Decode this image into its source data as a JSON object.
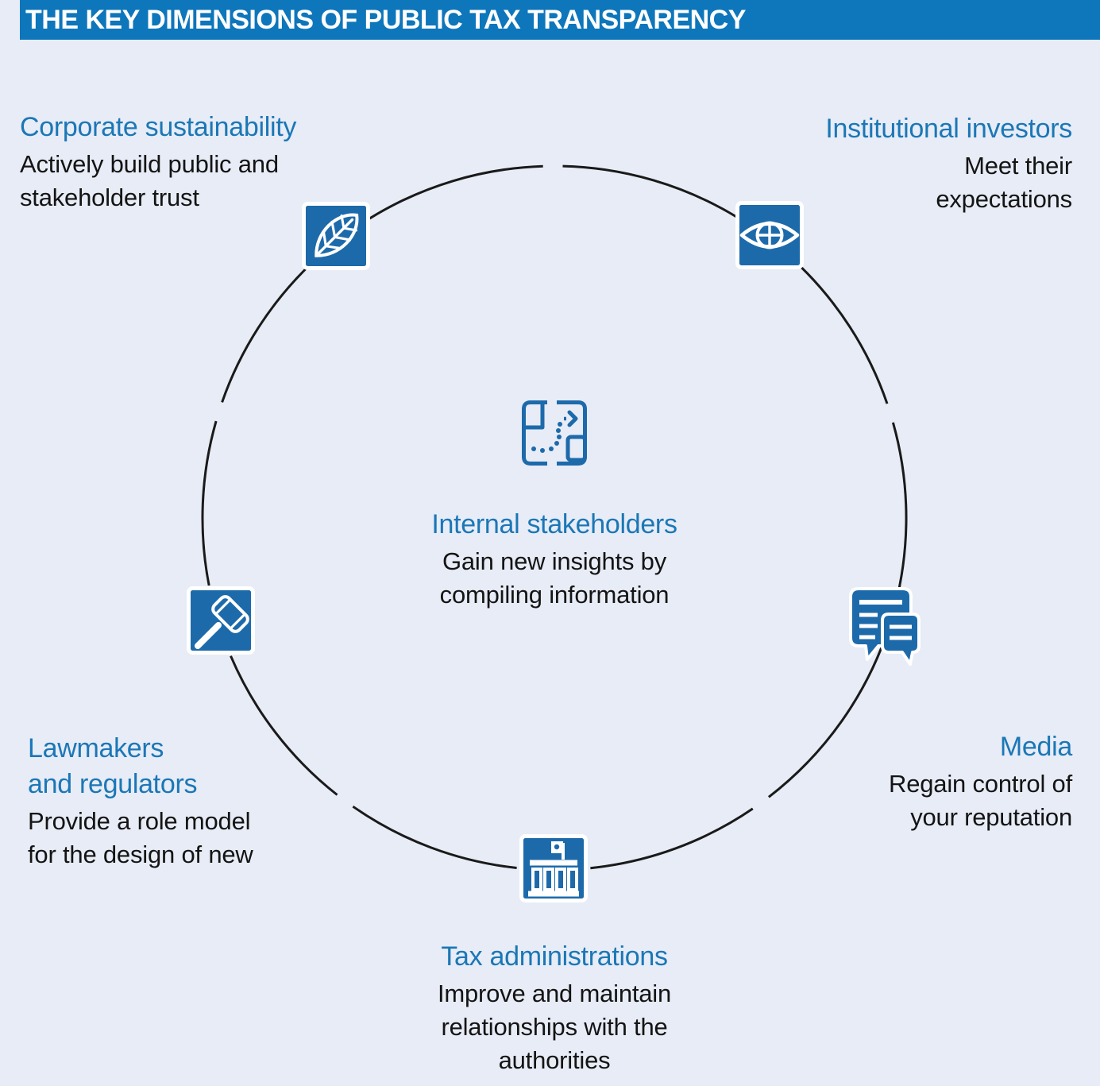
{
  "header": {
    "title": "THE KEY DIMENSIONS OF PUBLIC TAX TRANSPARENCY"
  },
  "colors": {
    "header_bg": "#0e76bb",
    "icon_blue": "#1d6aab",
    "heading_blue": "#1b77b6",
    "body_text": "#141414",
    "background": "#e7ecf6",
    "circle_stroke": "#1a1a1a"
  },
  "nodes": {
    "corporate_sustainability": {
      "heading_lines": [
        "Corporate sustainability"
      ],
      "description_lines": [
        "Actively build public and",
        "stakeholder trust"
      ],
      "icon": "leaf-icon"
    },
    "institutional_investors": {
      "heading_lines": [
        "Institutional investors"
      ],
      "description_lines": [
        "Meet their",
        "expectations"
      ],
      "icon": "eye-icon"
    },
    "internal_stakeholders": {
      "heading_lines": [
        "Internal stakeholders"
      ],
      "description_lines": [
        "Gain new insights by",
        "compiling information"
      ],
      "icon": "map-route-icon"
    },
    "media": {
      "heading_lines": [
        "Media"
      ],
      "description_lines": [
        "Regain control of",
        "your reputation"
      ],
      "icon": "news-bubbles-icon"
    },
    "lawmakers_and_regulators": {
      "heading_lines": [
        "Lawmakers",
        "and regulators"
      ],
      "description_lines": [
        "Provide a role model",
        "for the design of new"
      ],
      "icon": "gavel-icon"
    },
    "tax_administrations": {
      "heading_lines": [
        "Tax administrations"
      ],
      "description_lines": [
        "Improve and maintain",
        "relationships with the",
        "authorities"
      ],
      "icon": "government-building-icon"
    }
  }
}
